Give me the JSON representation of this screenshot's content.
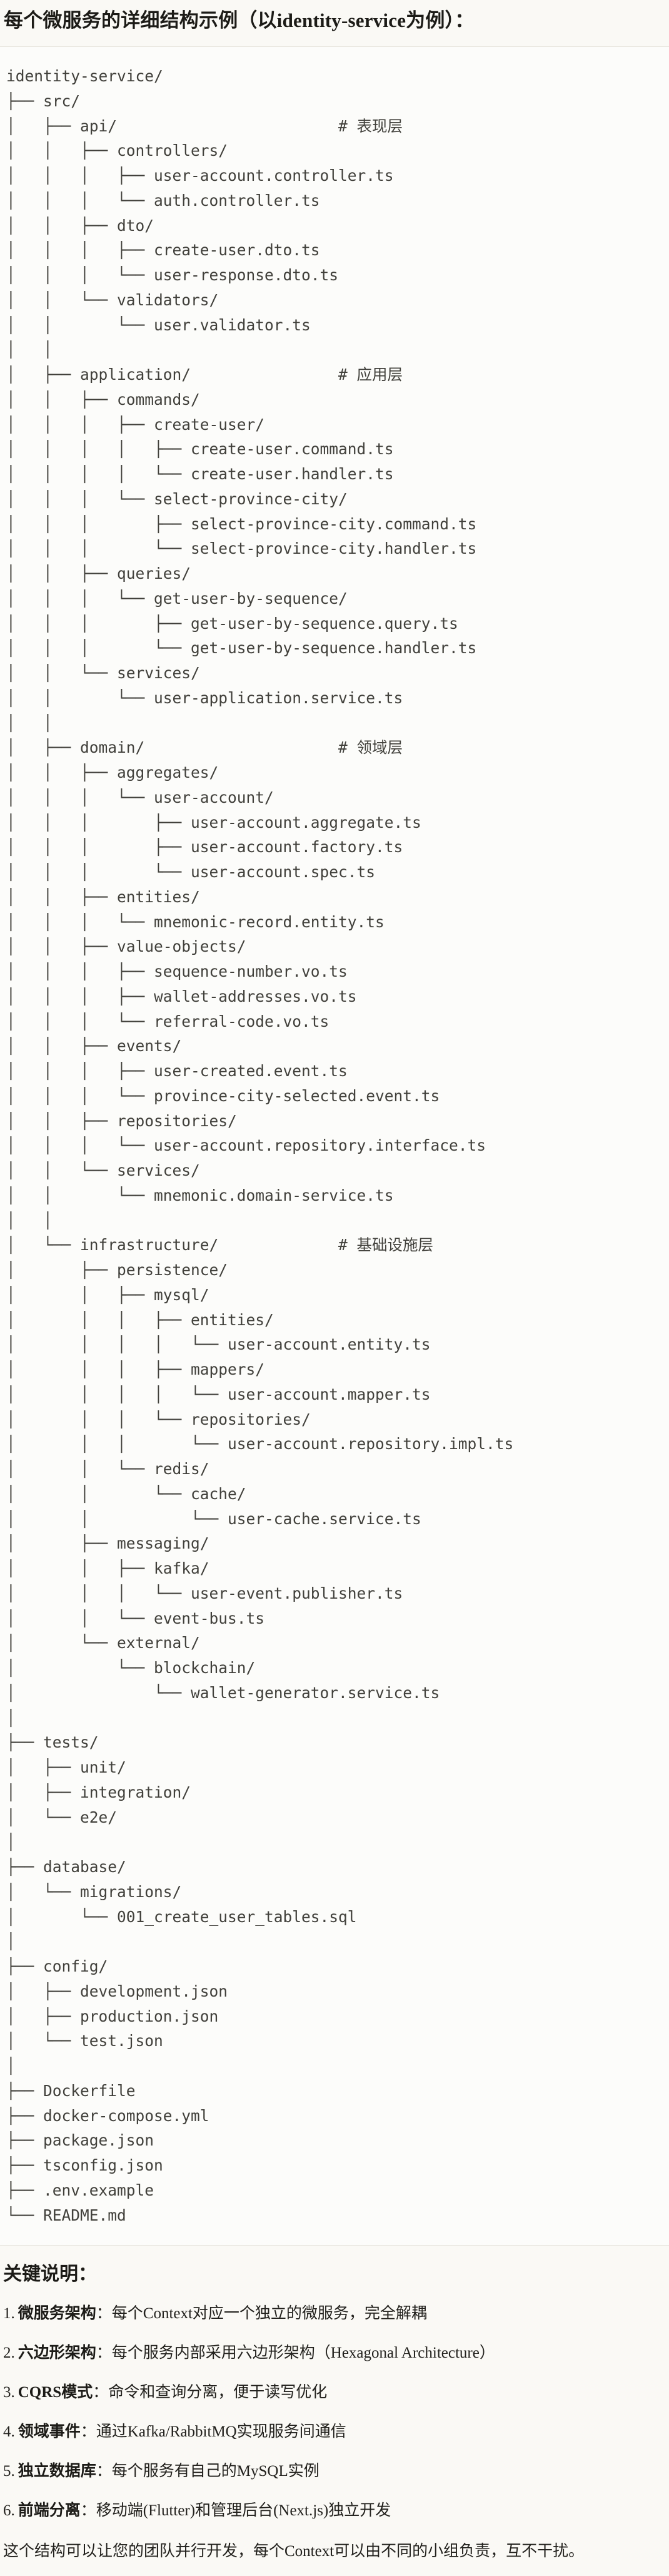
{
  "page": {
    "background": "#FAF9F5",
    "code_background": "#FCFCFA",
    "divider_color": "#E8E5DE",
    "tree_text_color": "#41403B"
  },
  "header": {
    "title": "每个微服务的详细结构示例（以identity-service为例）："
  },
  "tree": {
    "lines": [
      "identity-service/",
      "├── src/",
      "│   ├── api/                        # 表现层",
      "│   │   ├── controllers/",
      "│   │   │   ├── user-account.controller.ts",
      "│   │   │   └── auth.controller.ts",
      "│   │   ├── dto/",
      "│   │   │   ├── create-user.dto.ts",
      "│   │   │   └── user-response.dto.ts",
      "│   │   └── validators/",
      "│   │       └── user.validator.ts",
      "│   │",
      "│   ├── application/                # 应用层",
      "│   │   ├── commands/",
      "│   │   │   ├── create-user/",
      "│   │   │   │   ├── create-user.command.ts",
      "│   │   │   │   └── create-user.handler.ts",
      "│   │   │   └── select-province-city/",
      "│   │   │       ├── select-province-city.command.ts",
      "│   │   │       └── select-province-city.handler.ts",
      "│   │   ├── queries/",
      "│   │   │   └── get-user-by-sequence/",
      "│   │   │       ├── get-user-by-sequence.query.ts",
      "│   │   │       └── get-user-by-sequence.handler.ts",
      "│   │   └── services/",
      "│   │       └── user-application.service.ts",
      "│   │",
      "│   ├── domain/                     # 领域层",
      "│   │   ├── aggregates/",
      "│   │   │   └── user-account/",
      "│   │   │       ├── user-account.aggregate.ts",
      "│   │   │       ├── user-account.factory.ts",
      "│   │   │       └── user-account.spec.ts",
      "│   │   ├── entities/",
      "│   │   │   └── mnemonic-record.entity.ts",
      "│   │   ├── value-objects/",
      "│   │   │   ├── sequence-number.vo.ts",
      "│   │   │   ├── wallet-addresses.vo.ts",
      "│   │   │   └── referral-code.vo.ts",
      "│   │   ├── events/",
      "│   │   │   ├── user-created.event.ts",
      "│   │   │   └── province-city-selected.event.ts",
      "│   │   ├── repositories/",
      "│   │   │   └── user-account.repository.interface.ts",
      "│   │   └── services/",
      "│   │       └── mnemonic.domain-service.ts",
      "│   │",
      "│   └── infrastructure/             # 基础设施层",
      "│       ├── persistence/",
      "│       │   ├── mysql/",
      "│       │   │   ├── entities/",
      "│       │   │   │   └── user-account.entity.ts",
      "│       │   │   ├── mappers/",
      "│       │   │   │   └── user-account.mapper.ts",
      "│       │   │   └── repositories/",
      "│       │   │       └── user-account.repository.impl.ts",
      "│       │   └── redis/",
      "│       │       └── cache/",
      "│       │           └── user-cache.service.ts",
      "│       ├── messaging/",
      "│       │   ├── kafka/",
      "│       │   │   └── user-event.publisher.ts",
      "│       │   └── event-bus.ts",
      "│       └── external/",
      "│           └── blockchain/",
      "│               └── wallet-generator.service.ts",
      "│",
      "├── tests/",
      "│   ├── unit/",
      "│   ├── integration/",
      "│   └── e2e/",
      "│",
      "├── database/",
      "│   └── migrations/",
      "│       └── 001_create_user_tables.sql",
      "│",
      "├── config/",
      "│   ├── development.json",
      "│   ├── production.json",
      "│   └── test.json",
      "│",
      "├── Dockerfile",
      "├── docker-compose.yml",
      "├── package.json",
      "├── tsconfig.json",
      "├── .env.example",
      "└── README.md"
    ]
  },
  "notes": {
    "heading": "关键说明：",
    "items": [
      {
        "number": "1.",
        "label": "微服务架构",
        "text": "：每个Context对应一个独立的微服务，完全解耦"
      },
      {
        "number": "2.",
        "label": "六边形架构",
        "text": "：每个服务内部采用六边形架构（Hexagonal Architecture）"
      },
      {
        "number": "3.",
        "label": "CQRS模式",
        "text": "：命令和查询分离，便于读写优化"
      },
      {
        "number": "4.",
        "label": "领域事件",
        "text": "：通过Kafka/RabbitMQ实现服务间通信"
      },
      {
        "number": "5.",
        "label": "独立数据库",
        "text": "：每个服务有自己的MySQL实例"
      },
      {
        "number": "6.",
        "label": "前端分离",
        "text": "：移动端(Flutter)和管理后台(Next.js)独立开发"
      }
    ],
    "footer": "这个结构可以让您的团队并行开发，每个Context可以由不同的小组负责，互不干扰。"
  }
}
